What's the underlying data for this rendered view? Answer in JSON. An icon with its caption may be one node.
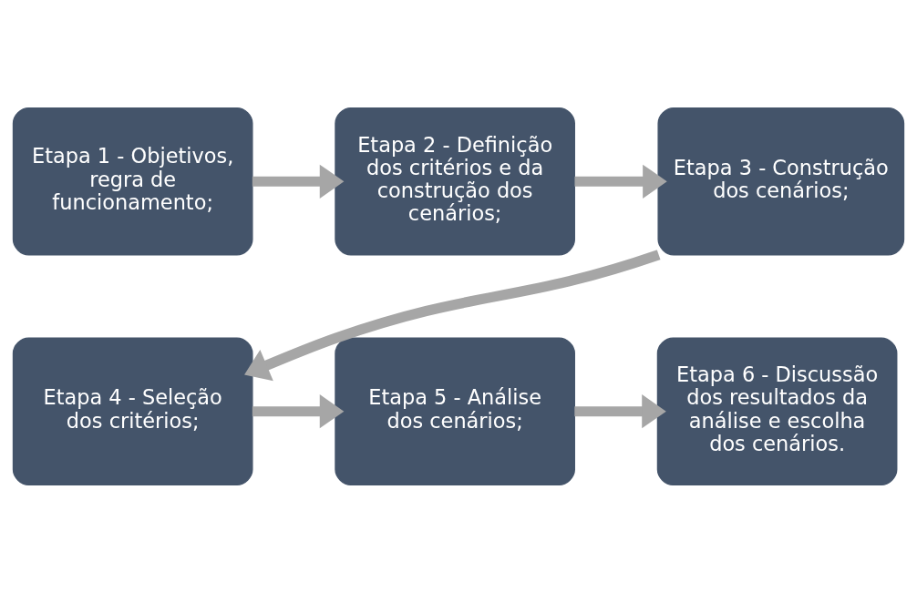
{
  "diagram": {
    "nodes": [
      {
        "text": [
          "Etapa 1 - Objetivos, regra de funcionamento;"
        ]
      },
      {
        "text": [
          "Etapa 2 - Definição dos critérios e da construção dos cenários;"
        ]
      },
      {
        "text": [
          "Etapa 3 - Construção dos cenários;"
        ]
      },
      {
        "text": [
          "Etapa 4 - Seleção dos critérios;"
        ]
      },
      {
        "text": [
          "Etapa 5 - Análise dos cenários;"
        ]
      },
      {
        "text": [
          "Etapa 6 - Discussão dos resultados da análise e escolha dos cenários."
        ]
      }
    ],
    "edges": [
      {
        "from": 0,
        "to": 1,
        "arrow": "to"
      },
      {
        "from": 1,
        "to": 2,
        "arrow": "to"
      },
      {
        "from": 2,
        "to": 3,
        "arrow": "to"
      },
      {
        "from": 3,
        "to": 4,
        "arrow": "to"
      },
      {
        "from": 4,
        "to": 5,
        "arrow": "to"
      }
    ]
  }
}
